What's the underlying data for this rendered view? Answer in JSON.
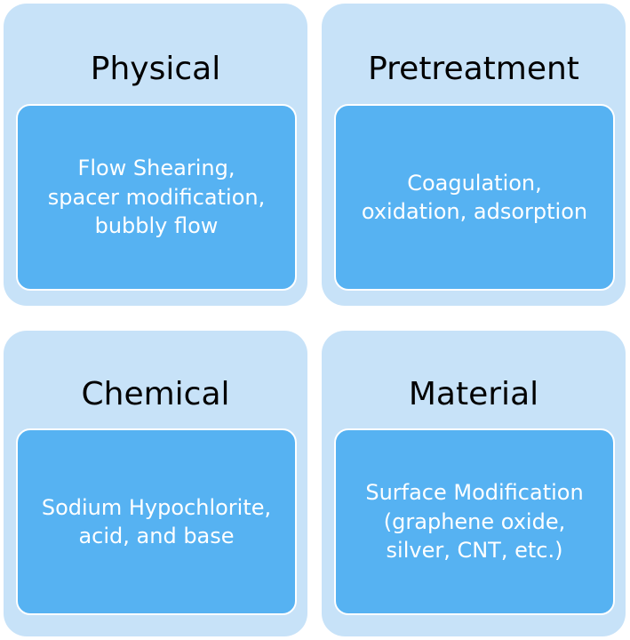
{
  "quadrants": [
    {
      "title": "Physical",
      "lines": [
        "Flow Shearing,",
        "spacer modification,",
        "bubbly flow"
      ]
    },
    {
      "title": "Pretreatment",
      "lines": [
        "Coagulation,",
        "oxidation, adsorption"
      ]
    },
    {
      "title": "Chemical",
      "lines": [
        "Sodium Hypochlorite,",
        "acid, and base"
      ]
    },
    {
      "title": "Material",
      "lines": [
        "Surface Modification",
        "(graphene oxide,",
        "silver, CNT, etc.)"
      ]
    }
  ],
  "colors": {
    "card_background": "#c7e2f8",
    "inner_box": "#56b2f2",
    "inner_text": "#ffffff",
    "title_text": "#000000"
  }
}
